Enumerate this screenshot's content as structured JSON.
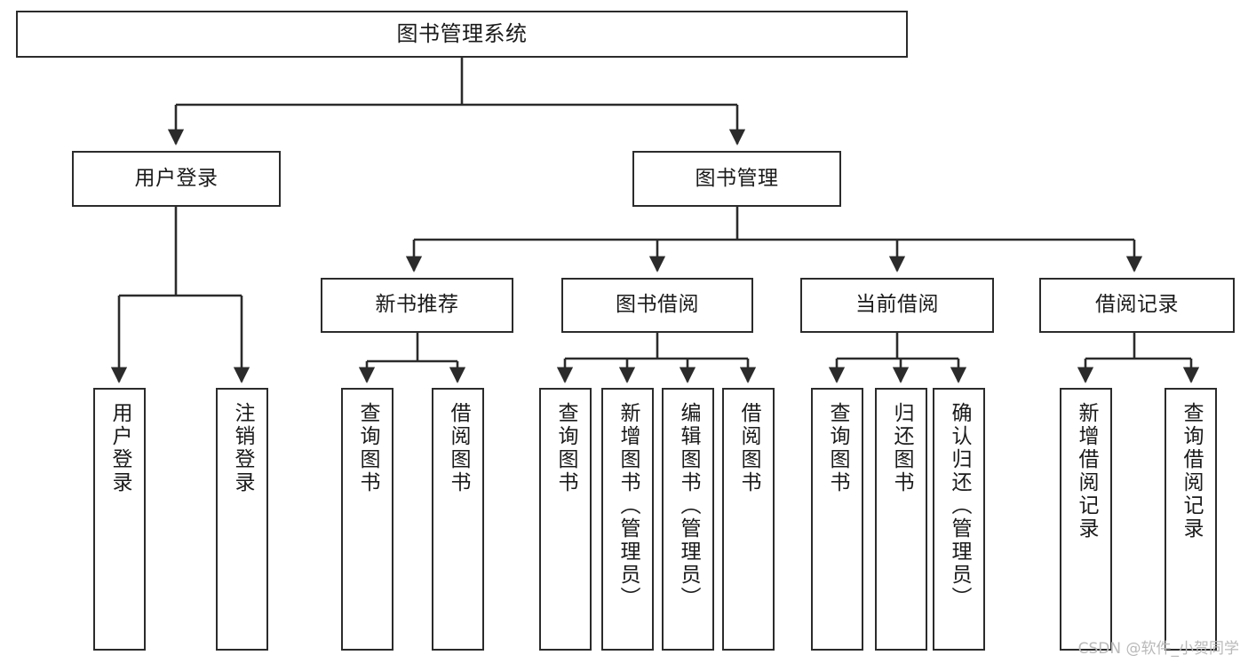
{
  "diagram": {
    "title": "图书管理系统",
    "watermark": "CSDN @软件_小贺同学",
    "line_color": "#2b2b2b",
    "box_fill": "#ffffff",
    "text_color": "#1a1a1a",
    "watermark_color": "#b9b9b9"
  },
  "nodes": {
    "root": {
      "label": "图书管理系统"
    },
    "level2": [
      {
        "label": "用户登录"
      },
      {
        "label": "图书管理"
      }
    ],
    "level3": [
      {
        "label": "新书推荐"
      },
      {
        "label": "图书借阅"
      },
      {
        "label": "当前借阅"
      },
      {
        "label": "借阅记录"
      }
    ],
    "leaves_user_login": [
      {
        "label": "用户登录"
      },
      {
        "label": "注销登录"
      }
    ],
    "leaves_new_book": [
      {
        "label": "查询图书"
      },
      {
        "label": "借阅图书"
      }
    ],
    "leaves_borrow": [
      {
        "label": "查询图书"
      },
      {
        "label": "新增图书（管理员）"
      },
      {
        "label": "编辑图书（管理员）"
      },
      {
        "label": "借阅图书"
      }
    ],
    "leaves_current": [
      {
        "label": "查询图书"
      },
      {
        "label": "归还图书"
      },
      {
        "label": "确认归还（管理员）"
      }
    ],
    "leaves_records": [
      {
        "label": "新增借阅记录"
      },
      {
        "label": "查询借阅记录"
      }
    ]
  }
}
